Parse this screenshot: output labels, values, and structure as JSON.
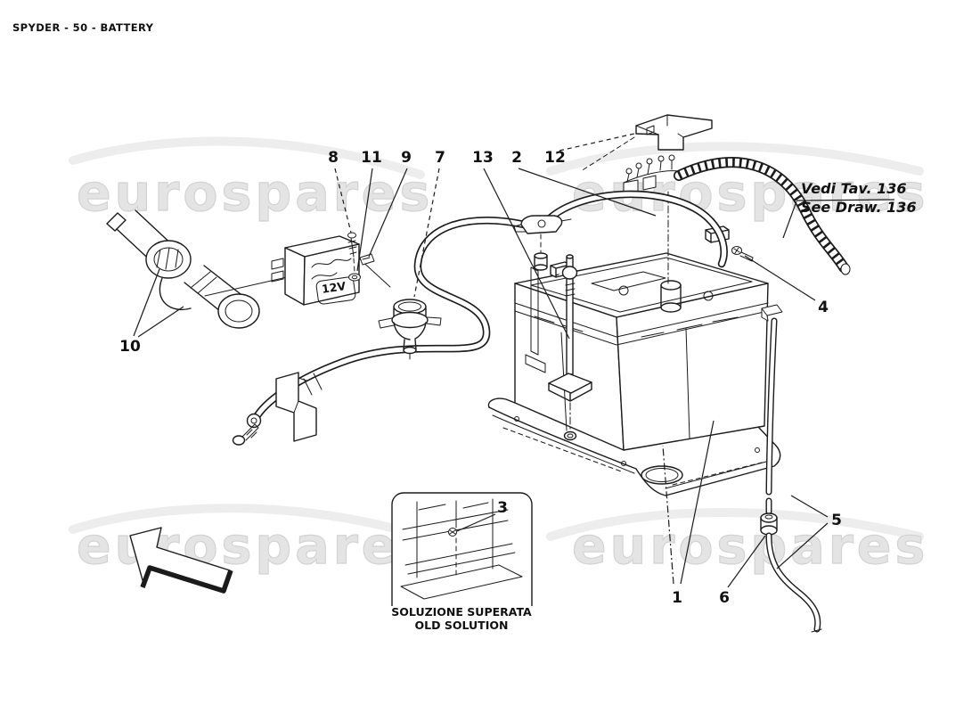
{
  "page": {
    "title": "SPYDER - 50 - BATTERY"
  },
  "watermark": {
    "text": "eurospares"
  },
  "note": {
    "line1": "Vedi Tav. 136",
    "line2": "See Draw. 136"
  },
  "battery_box_label": "12V",
  "inset": {
    "line1": "SOLUZIONE SUPERATA",
    "line2": "OLD SOLUTION"
  },
  "part_labels": [
    "8",
    "11",
    "9",
    "7",
    "13",
    "2",
    "12",
    "10",
    "4",
    "5",
    "1",
    "6",
    "3"
  ]
}
